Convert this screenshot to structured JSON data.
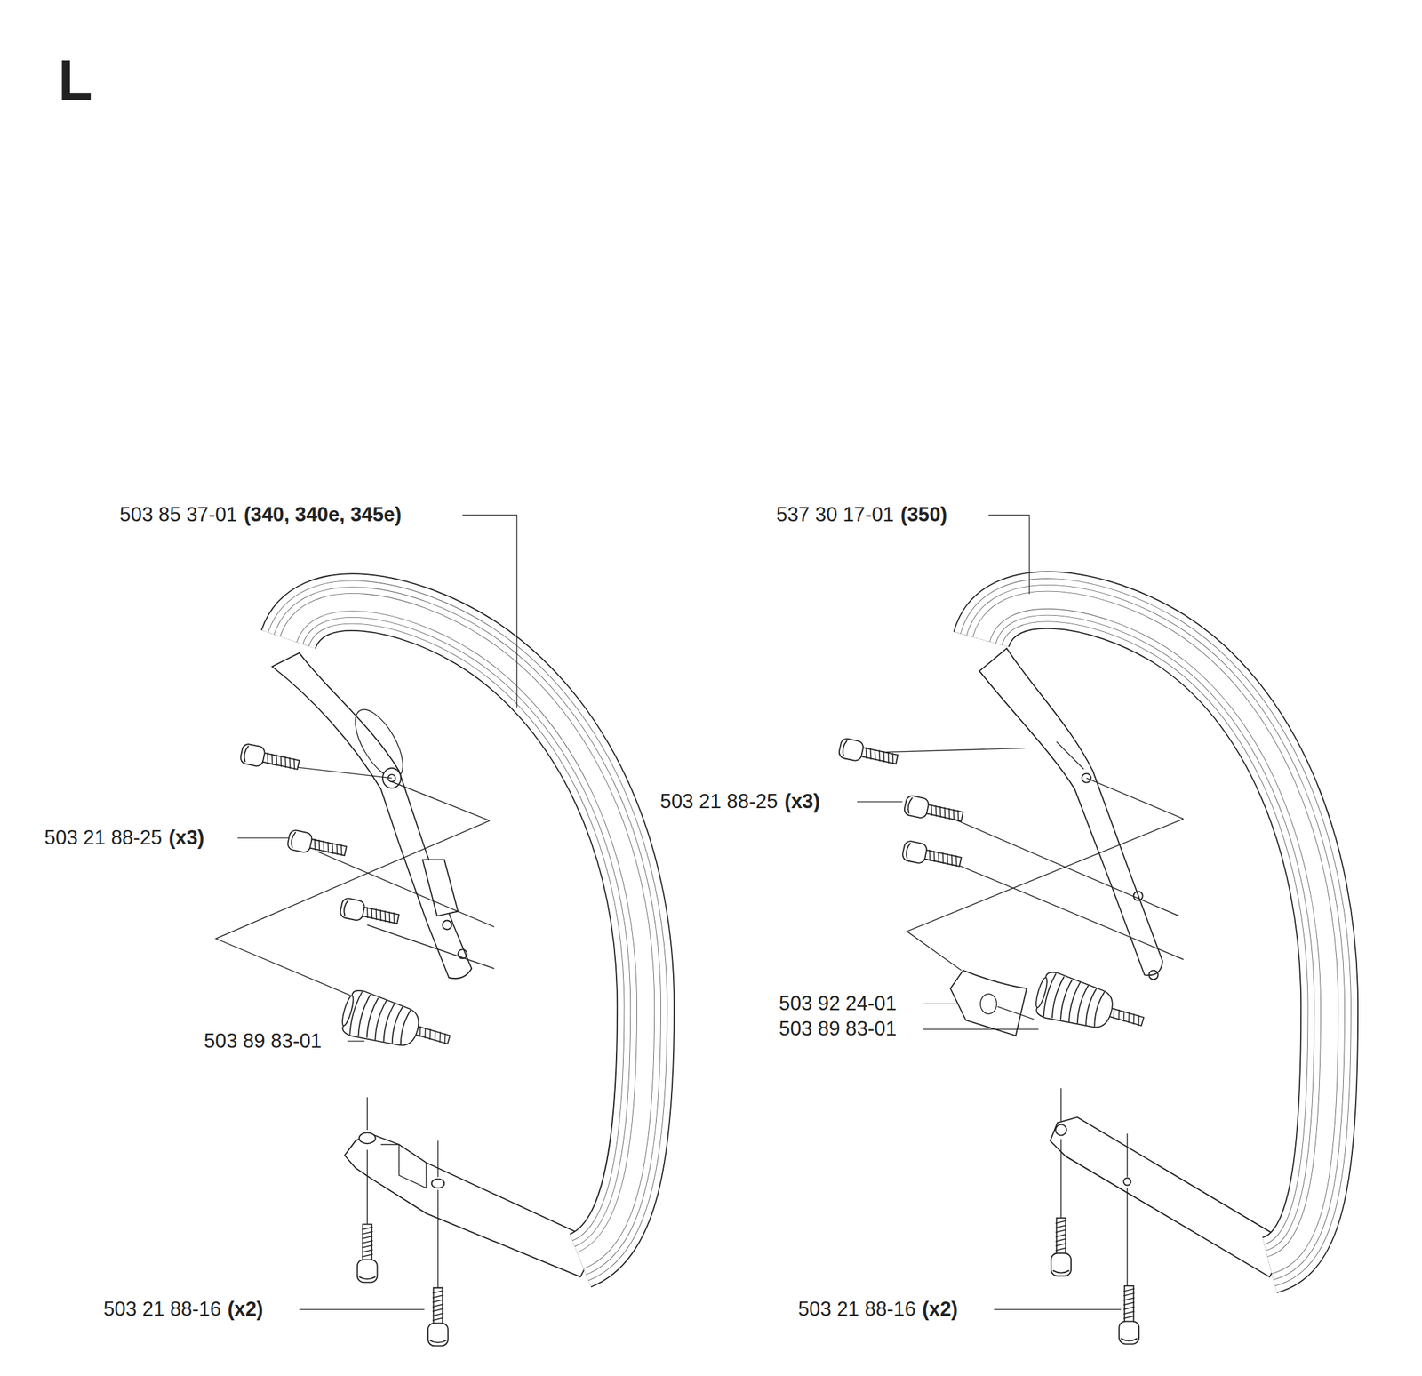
{
  "diagram": {
    "title": "L",
    "labels": [
      "503 85 37-01",
      "(340, 340e, 345e)",
      "503 21 88-25",
      "(x3)",
      "503 89 83-01",
      "503 21 88-16",
      "(x2)",
      "537 30 17-01",
      "(350)",
      "503 21 88-25",
      "(x3)",
      "503 92 24-01",
      "503 89 83-01",
      "503 21 88-16",
      "(x2)"
    ]
  }
}
